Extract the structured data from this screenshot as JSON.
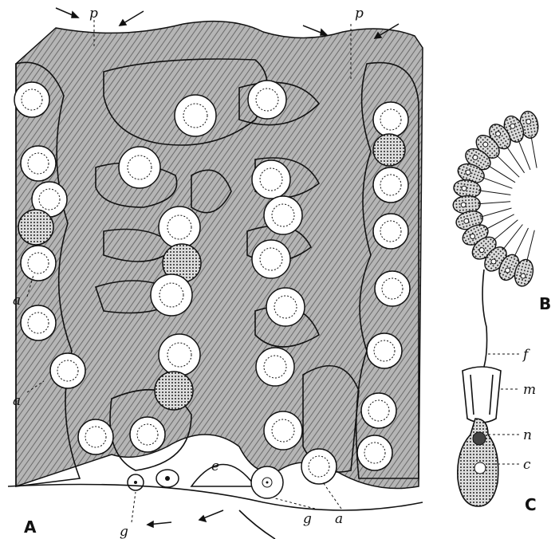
{
  "figure": {
    "panel_labels": {
      "A": "A",
      "B": "B",
      "C": "C"
    },
    "labels_A": {
      "p1": "p",
      "p2": "p",
      "a1": "a",
      "a2": "a",
      "a3": "a",
      "e": "e",
      "g1": "g",
      "g2": "g"
    },
    "labels_C": {
      "f": "f",
      "m": "m",
      "n": "n",
      "c": "c"
    },
    "colors": {
      "ink": "#111111",
      "tissue": "#8a8a8a",
      "background": "#ffffff"
    }
  }
}
